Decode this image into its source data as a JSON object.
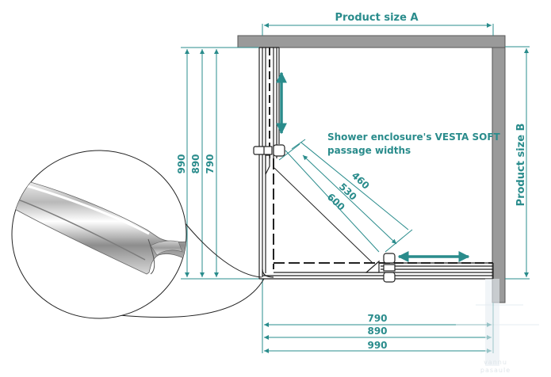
{
  "labels": {
    "product_size_a": "Product size A",
    "product_size_b": "Product size B",
    "passage_title_line1": "Shower enclosure's VESTA SOFT",
    "passage_title_line2": "passage widths"
  },
  "vertical_dimensions": [
    "990",
    "890",
    "790"
  ],
  "horizontal_dimensions": [
    "790",
    "890",
    "990"
  ],
  "passage_widths": [
    "460",
    "530",
    "600"
  ],
  "watermark": {
    "line1": "vannu",
    "line2": "pasaule"
  },
  "colors": {
    "dimension": "#2a8c8c",
    "wall": "#9a9a9a",
    "wall_stroke": "#555555",
    "profile": "#222222"
  },
  "icons": {
    "vertical_slide": "double-arrow-vertical-icon",
    "horizontal_slide": "double-arrow-horizontal-icon"
  }
}
